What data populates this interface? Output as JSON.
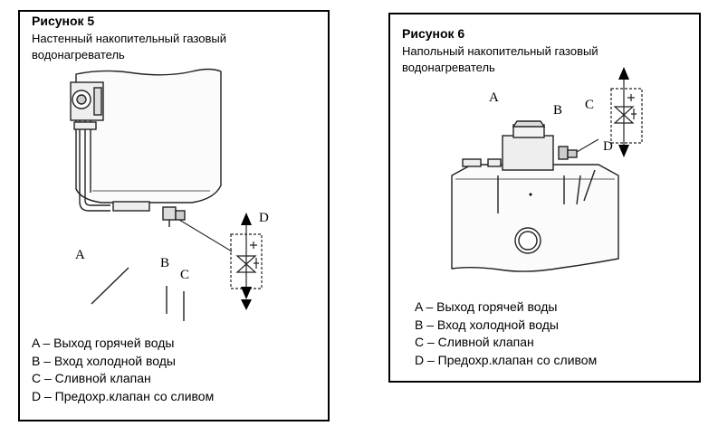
{
  "figure5": {
    "title": "Рисунок 5",
    "subtitle_line1": "Настенный накопительный газовый",
    "subtitle_line2": "водонагреватель",
    "labels": {
      "a": "A",
      "b": "B",
      "c": "C",
      "d": "D"
    },
    "legend": [
      "A – Выход горячей воды",
      "B – Вход холодной воды",
      "C – Сливной клапан",
      "D – Предохр.клапан со сливом"
    ]
  },
  "figure6": {
    "title": "Рисунок 6",
    "subtitle_line1": "Напольный накопительный газовый",
    "subtitle_line2": "водонагреватель",
    "labels": {
      "a": "A",
      "b": "B",
      "c": "C",
      "d": "D"
    },
    "legend": [
      "A – Выход горячей воды",
      "B – Вход холодной воды",
      "C – Сливной клапан",
      "D – Предохр.клапан со сливом"
    ]
  }
}
